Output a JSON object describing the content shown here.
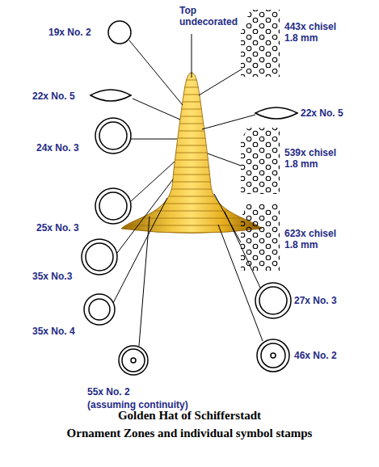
{
  "diagram": {
    "title": "Golden Hat of Schifferstadt",
    "caption": "Ornament Zones and individual symbol stamps",
    "labels": [
      "Top undecorated",
      "19x No. 2",
      "443x chisel 1.8 mm",
      "22x No. 5",
      "22x No. 5",
      "24x No. 3",
      "539x chisel 1.8 mm",
      "25x No. 3",
      "623x chisel 1.8 mm",
      "35x No.3",
      "35x No. 4",
      "27x No. 3",
      "46x No. 2",
      "55x No. 2",
      "(assuming continuity)"
    ]
  }
}
